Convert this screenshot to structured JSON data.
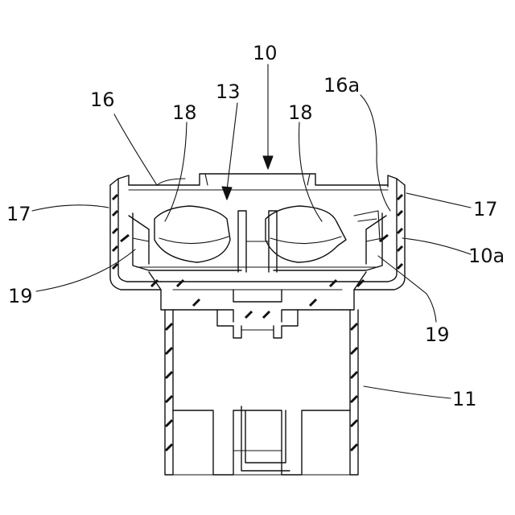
{
  "labels": {
    "l10": "10",
    "l13": "13",
    "l16": "16",
    "l16a": "16a",
    "l18_left": "18",
    "l18_right": "18",
    "l17_left": "17",
    "l17_right": "17",
    "l10a": "10a",
    "l19_left": "19",
    "l19_right": "19",
    "l11": "11"
  }
}
